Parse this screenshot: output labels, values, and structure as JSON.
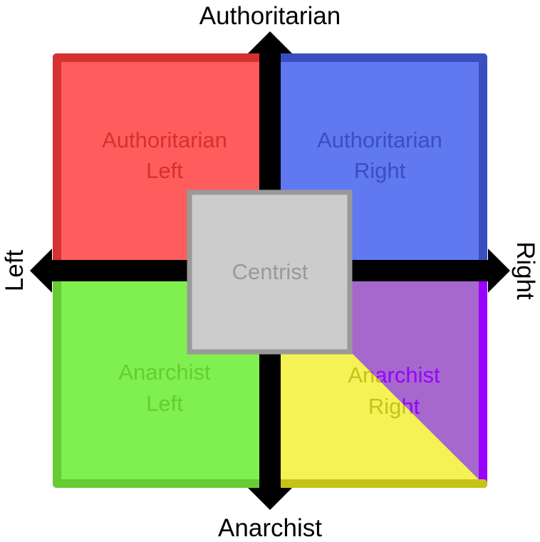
{
  "axes": {
    "top": "Authoritarian",
    "bottom": "Anarchist",
    "left": "Left",
    "right": "Right"
  },
  "quadrants": {
    "authoritarian_left": {
      "line1": "Authoritarian",
      "line2": "Left",
      "fill": "#ff5d5d",
      "border": "#d63031"
    },
    "authoritarian_right": {
      "line1": "Authoritarian",
      "line2": "Right",
      "fill": "#6078f0",
      "border": "#3a4fbf"
    },
    "anarchist_left": {
      "line1": "Anarchist",
      "line2": "Left",
      "fill": "#80f050",
      "border": "#66cc33"
    },
    "anarchist_right": {
      "line1": "Anarchist",
      "line2": "Right",
      "fill_yellow": "#f5f255",
      "border_yellow": "#c5c218",
      "fill_purple": "#a668cc",
      "border_purple": "#9900ff"
    },
    "centrist": {
      "label": "Centrist",
      "fill": "#cccccc",
      "border": "#999999"
    }
  }
}
